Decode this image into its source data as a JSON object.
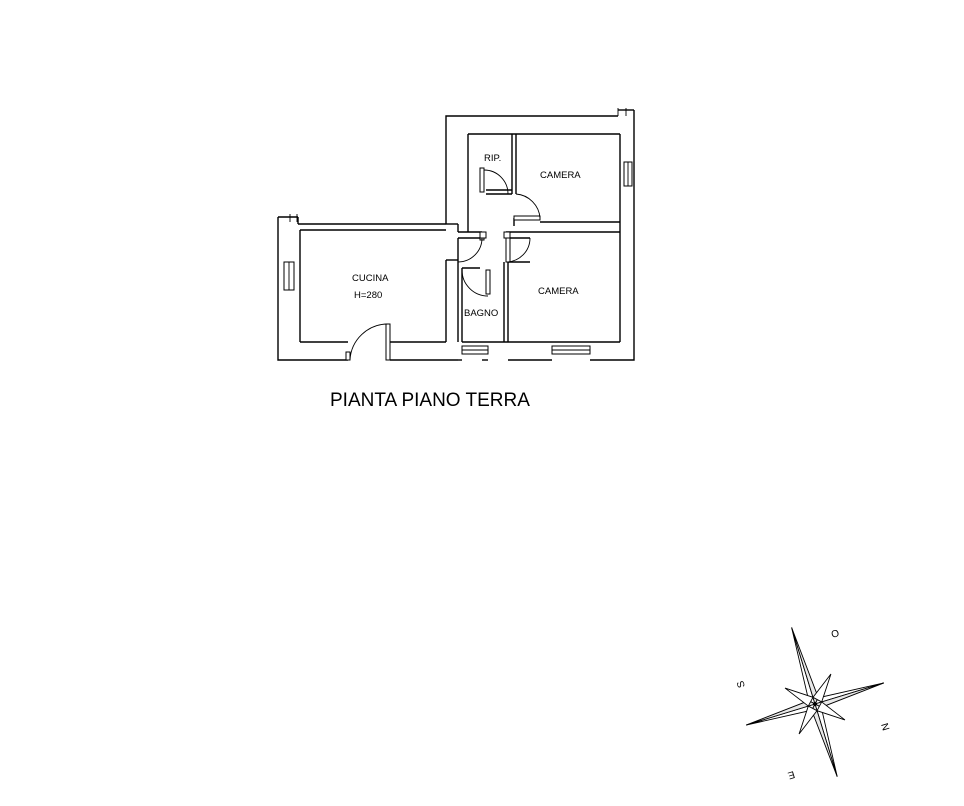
{
  "drawing": {
    "title": "PIANTA PIANO TERRA"
  },
  "rooms": {
    "cucina": {
      "name": "CUCINA",
      "height": "H=280"
    },
    "ripostiglio": {
      "name": "RIP."
    },
    "camera_nord": {
      "name": "CAMERA"
    },
    "camera_sud": {
      "name": "CAMERA"
    },
    "bagno": {
      "name": "BAGNO"
    }
  },
  "compass": {
    "north": "N",
    "south": "S",
    "east": "E",
    "west": "O"
  }
}
